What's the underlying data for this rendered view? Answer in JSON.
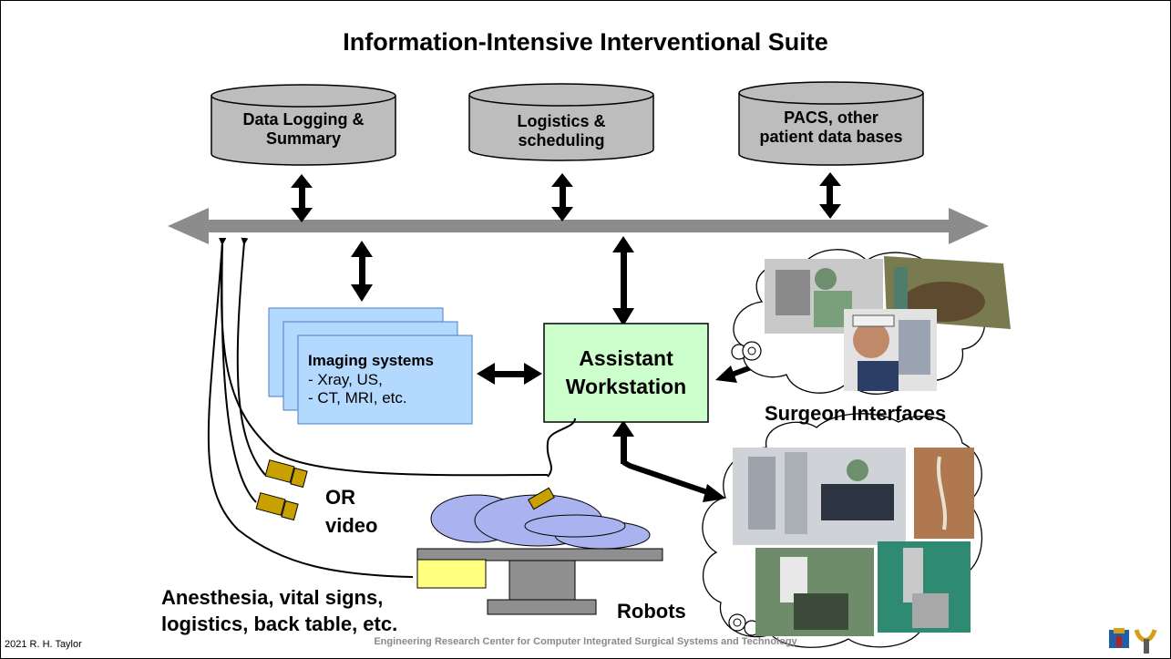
{
  "title": "Information-Intensive Interventional Suite",
  "databases": [
    {
      "line1": "Data Logging &",
      "line2": "Summary"
    },
    {
      "line1": "Logistics &",
      "line2": "scheduling"
    },
    {
      "line1": "PACS, other",
      "line2": "patient  data bases"
    }
  ],
  "imaging": {
    "heading": "Imaging systems",
    "line1": "- Xray, US,",
    "line2": "- CT, MRI, etc."
  },
  "workstation": {
    "line1": "Assistant",
    "line2": "Workstation"
  },
  "labels": {
    "surgeon_interfaces": "Surgeon Interfaces",
    "or_video_line1": "OR",
    "or_video_line2": "video",
    "anesthesia_line1": "Anesthesia, vital signs,",
    "anesthesia_line2": "logistics, back table, etc.",
    "robots": "Robots"
  },
  "footer": {
    "copyright": "2021 R. H. Taylor",
    "center": "Engineering Research Center for Computer Integrated Surgical Systems and Technology"
  },
  "colors": {
    "bus_gray": "#8c8c8c",
    "db_gray": "#bdbdbd",
    "imaging_blue": "#b3d9ff",
    "workstation_green": "#ccffcc",
    "patient_lavender": "#aab3f0",
    "camera_gold": "#c8a000",
    "anesthesia_yellow": "#ffff80",
    "table_gray": "#8f8f8f"
  }
}
